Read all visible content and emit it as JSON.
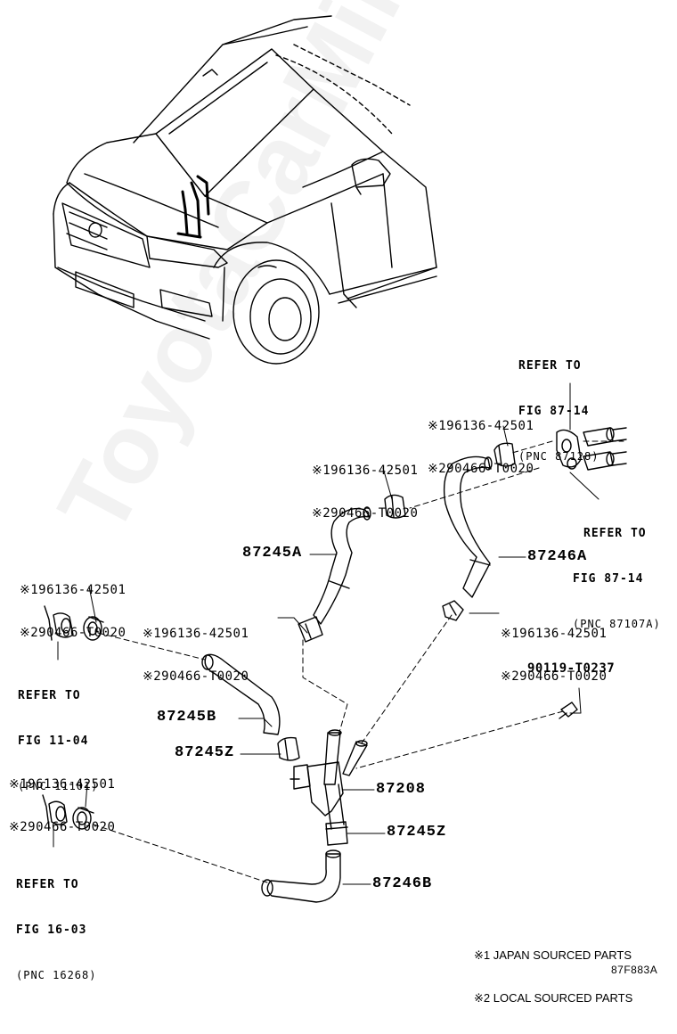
{
  "watermark": "ToyotaCarMine.ru",
  "refs": {
    "r87128": {
      "line1": "REFER TO",
      "line2": "FIG 87-14",
      "pnc": "(PNC 87128)"
    },
    "r87107A": {
      "line1": "REFER TO",
      "line2": "FIG 87-14",
      "pnc": "(PNC 87107A)"
    },
    "r11101": {
      "line1": "REFER TO",
      "line2": "FIG 11-04",
      "pnc": "(PNC 11101)"
    },
    "r16268": {
      "line1": "REFER TO",
      "line2": "FIG 16-03",
      "pnc": "(PNC 16268)"
    }
  },
  "clamp_codes": {
    "c1": {
      "line1": "※196136-42501",
      "line2": "※290466-T0020"
    },
    "c2": {
      "line1": "※196136-42501",
      "line2": "※290466-T0020"
    },
    "c3": {
      "line1": "※196136-42501",
      "line2": "※290466-T0020"
    },
    "c4": {
      "line1": "※196136-42501",
      "line2": "※290466-T0020"
    },
    "c5": {
      "line1": "※196136-42501",
      "line2": "※290466-T0020"
    },
    "c6": {
      "line1": "※196136-42501",
      "line2": "※290466-T0020"
    }
  },
  "parts": {
    "p87245A": "87245A",
    "p87246A": "87246A",
    "p87245B": "87245B",
    "p87245Z_1": "87245Z",
    "p87208": "87208",
    "p87245Z_2": "87245Z",
    "p87246B": "87246B",
    "p90119": "90119-T0237"
  },
  "legend": {
    "japan": "※1 JAPAN SOURCED PARTS",
    "local": "※2 LOCAL SOURCED PARTS"
  },
  "figure_id": "87F883A"
}
